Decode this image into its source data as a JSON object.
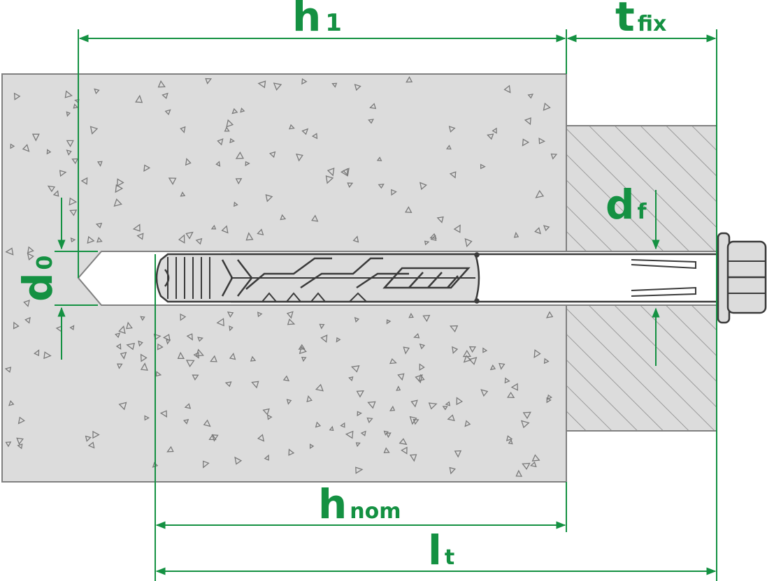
{
  "colors": {
    "accent": "#149142",
    "concrete": "#dcdcdc",
    "outline": "#808080",
    "fixture": "#dcdcdc",
    "hatch": "#8a8a8a",
    "speckle": "#7a7a7a",
    "plug": "#dcdcdc",
    "plug_stroke": "#3a3a3a"
  },
  "labels": {
    "h1": {
      "main": "h",
      "sub": "1"
    },
    "tfix": {
      "main": "t",
      "sub": "fix"
    },
    "df": {
      "main": "d",
      "sub": "f"
    },
    "d0": {
      "main": "d",
      "sub": "0"
    },
    "hnom": {
      "main": "h",
      "sub": "nom"
    },
    "lt": {
      "main": "l",
      "sub": "t"
    }
  }
}
